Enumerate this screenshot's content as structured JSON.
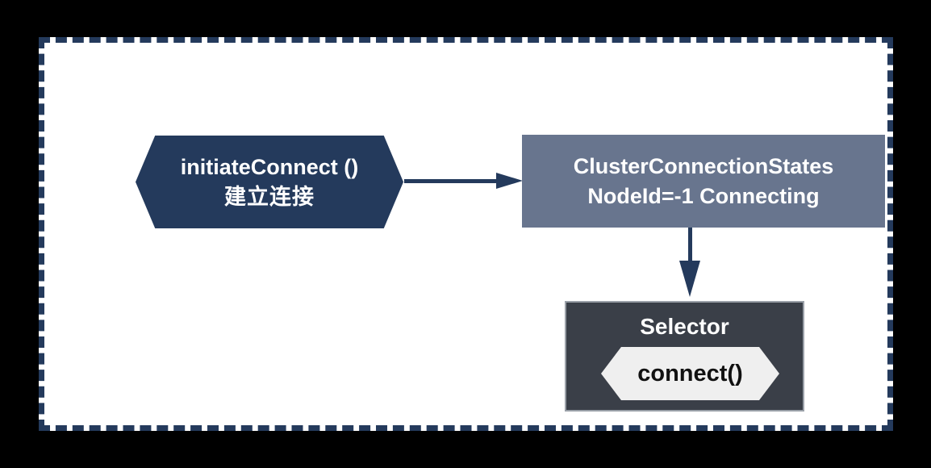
{
  "diagram": {
    "colors": {
      "page_background": "#000000",
      "canvas_background": "#ffffff",
      "canvas_dashed_border": "#243a5c",
      "arrow": "#243a5c",
      "initiate_hex_fill": "#243a5c",
      "state_rect_fill": "#68758e",
      "selector_fill": "#3a3f48",
      "selector_border": "#9aa0a8",
      "method_hex_fill": "#efefef"
    },
    "nodes": {
      "initiate_connect": {
        "shape": "hexagon",
        "line1": "initiateConnect ()",
        "line2": "建立连接",
        "text_color": "#ffffff"
      },
      "cluster_connection_states": {
        "shape": "rectangle",
        "line1": "ClusterConnectionStates",
        "line2": "NodeId=-1 Connecting",
        "text_color": "#ffffff"
      },
      "selector": {
        "shape": "container",
        "title": "Selector",
        "text_color": "#ffffff",
        "method": {
          "shape": "hexagon",
          "label": "connect()",
          "text_color": "#111111"
        }
      }
    },
    "edges": [
      {
        "from": "initiate_connect",
        "to": "cluster_connection_states",
        "direction": "right"
      },
      {
        "from": "cluster_connection_states",
        "to": "selector",
        "direction": "down"
      }
    ]
  }
}
